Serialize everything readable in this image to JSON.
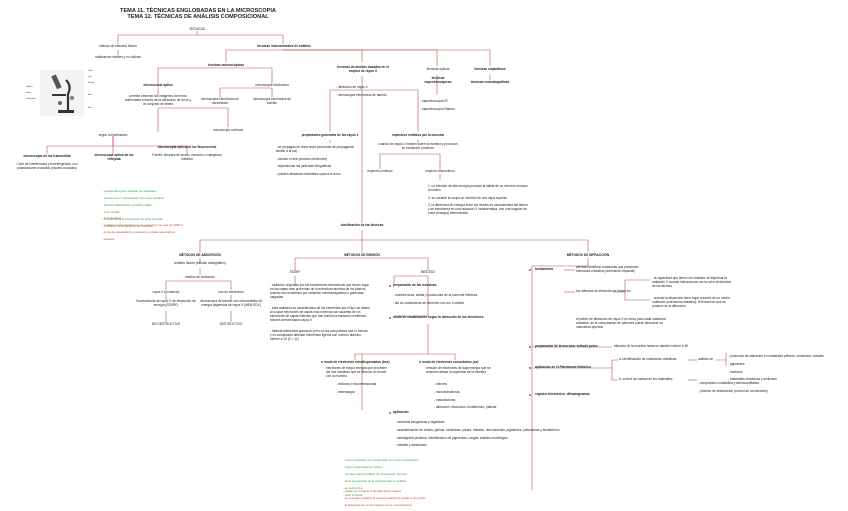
{
  "title_lines": [
    "TEMA 11. TÉCNICAS ENGLOBADAS EN LA MICROSCOPIA",
    "TEMA 12. TÉCNICAS DE ANÁLISIS COMPOSICIONAL"
  ],
  "colors": {
    "line": "#c0504d",
    "text": "#222222",
    "green_note": "#2f9e3f",
    "red_note": "#d03a35"
  },
  "root": "TÉCNICAS",
  "left_branch": {
    "metodo": "método de estudios físicos",
    "radiaciones": "radiaciones visibles y no visibles",
    "microscope_labels": [
      "Ocular",
      "Tubo",
      "Revólver",
      "Objetivos",
      "Platina",
      "Condensador",
      "Diafragma",
      "Fuente de luz",
      "Tornillo macrométrico",
      "Tornillo micrométrico",
      "Brazo",
      "Base"
    ]
  },
  "instrumentales": "técnicas instrumentales de análisis",
  "microscopicas": "técnicas microscópicas",
  "optica": {
    "title": "microscopía óptica",
    "desc": "permite observar las imágenes de forma aumentada a través de la refracción de la luz y un conjunto de lentes",
    "iluminacion": "según la iluminación",
    "transmitida": "microscopio de luz transmitida",
    "transmitida_desc": "Color de interferencia y birrefringencia, con polarizadores cruzados (nícoles cruzados)",
    "reflejada": "microscopía óptica de luz reflejada",
    "fluorescente": "microscopía óptica de luz fluorescente",
    "fluorescente_desc": "Fuente: lámpara de xenón, mercurio o halógenos metálico",
    "confocal": "microscopio confocal"
  },
  "electronica": {
    "title": "microscopía electrónica",
    "transmision": "microscopía electrónica de transmisión",
    "barrido": "microscopía electrónica de barrido"
  },
  "green_notes_1": [
    "- ventaja para gran variedad de materiales",
    "- económica en comparación con otras similares",
    "- técnica relativamente sencilla y fiable",
    "- muy versátil",
    "- complementa la información de otras técnicas",
    "- versátil en la preparación de muestras"
  ],
  "red_notes_1": [
    "- microinvasiva",
    "- conlleva ciertas limitaciones de aumentos (no más de 2000 x)",
    "- la ola de capacidad de resolución a escala nanométrica",
    "- escasos"
  ],
  "rayos_x": {
    "title": "técnicas de análisis basadas en el empleo de rayos X",
    "items": [
      "- difracción de rayos X",
      "- microscopía electrónica de barrido"
    ]
  },
  "opticas": {
    "title": "técnicas ópticas",
    "espectro": "técnicas espectroscópicas",
    "items": [
      "- espectroscopía IR",
      "- espectroscopía Raman"
    ]
  },
  "separativas": {
    "title": "técnicas separativas",
    "cromato": "técnicas cromatográficas"
  },
  "propiedades": {
    "title": "propiedades generales de los rayos x",
    "items": [
      "- se propagan en línea recta (velocidad de propagación similar a la luz)",
      "- ionizan el aire (sonizan electrones)",
      "- impresionan las películas fotográficas",
      "- pueden atravesar materiales opacos a la luz"
    ]
  },
  "espectros": {
    "title": "espectros emitidos por la muestra",
    "desc": "cuando los rayos X inciden sobre la muestra y provocan su excitación producen",
    "continuo": "espectro continuo",
    "discontinuo": "espectro discontinuo",
    "items": [
      "1. un electrón de alta energía produce la salida de un electrón cercano al núcleo",
      "2. se vacante la ocupa un electrón de una capa superior",
      "3. la diferencia de energía entre los niveles es característica del átomo y se transforma en una radiación X característica, con una longitud de onda (energía) determinada"
    ]
  },
  "clasificacion": "clasificación de las técnicas",
  "absorcion": {
    "title": "MÉTODOS DE ABSORCIÓN",
    "desc": "análisis físicos (estudio radiográfico)",
    "medios": "medios de excitación",
    "rayos": "rayos X (primarios)",
    "haz": "haz de electrones",
    "rayos_desc": "fluorescencia de rayos X de dispersión de energía (EDXRF)",
    "haz_desc": "microscopía de barrido con microanálisis de energía dispersiva de rayos X (MEB-EDX)",
    "no_destructivo": "NO DESTRUCTIVO",
    "destructivo": "DESTRUCTIVO"
  },
  "emision": {
    "title": "MÉTODOS DE EMISIÓN",
    "edxrf": "EDXRF",
    "mebedx": "MEB-EDX",
    "edxrf_desc1": "- radiación originada por las transiciones electrónicas que tienen lugar en las capas más profundas de la estructura atómica de los átomos cuando son sometidos por radiación electromagnética o partículas cargadas",
    "edxrf_desc2": "- esta radiación es característica de los elementos por el tipo de átomo al ocupar electrones de capas más externas las vacantes de los electrones de capas internas que han sufrido la transición emitiendo fotones denominados rayos X",
    "edxrf_desc3": "- detecta elementos químicos, pero no los compuestos que lo forman y es complicado detectar elementos ligeros con número atómico inferior a 10 (Z < 11)",
    "prep_title": "preparación de las muestras:",
    "prep_items": [
      "- muestra seca, sólida y conductora de la corriente eléctrica",
      "- las no conductoras se recubren con oro o carbón"
    ],
    "visual": "modo de visualización según la detección de los electrones",
    "retro": "modo de electrones retrodispersados (bse)",
    "retro_desc": "electrones de mayor energía que proceden del haz incidente que se desvían al chocar con la muestra",
    "retro_items": [
      "- texturas y microestructuras",
      "- mineralogía"
    ],
    "secund": "modo de electrones secundarios (se)",
    "secund_desc": "emisión de electrones de baja energía que se arrancan desde la superficie de la muestra",
    "secund_items": [
      "- relieves",
      "- microestructuras",
      "- manufacturas",
      "- alteración: disolución, biodeterioro, pátinas"
    ],
    "aplicacion": "aplicación",
    "aplic_items": [
      "- muestras inorgánicas y orgánicas",
      "- caracterización de vidrios, gemas, cerámicas, piedra, metales, decoraciones, pigmentos, policromías y biodeterioro",
      "- estratigrafía pictórica: identificación de pigmentos, cargas, análisis morfológico",
      "- metales y aleaciones"
    ]
  },
  "green_notes_2": [
    "- mayor resolución en comparación con otros microscopios",
    "- mayor profundidad de campo",
    "- permite realizar análisis de composición química",
    "- poca preparación de la muestra para su análisis",
    "- es destructiva",
    "- poco invasiva"
  ],
  "red_notes_2": [
    "- puede ser limitante el tamaño de la muestra",
    "- se necesita metalizar la muestra cuando las tomas a otro punto",
    "- la búsqueda de su homogéneo no es representativa"
  ],
  "difraccion": {
    "title": "MÉTODOS DE DIFRACCIÓN",
    "fundamento": "fundamento",
    "fund_desc": "permite identificar sustancias que presentan estructura cristalina (ordenación espacial)",
    "metodos": "los métodos de difracción se basan en",
    "met_a": "- la capacidad que tienen los cristales de dispersar la radiación X cuando interacciona con la nube electrónica de los átomos",
    "met_b": "- cuando la dispersión tiene lugar a través de un medio ordenado (estructura cristalina), el fenómeno que se produce es la difracción",
    "patron": "el patrón de difracción de rayos X es único para cada sustancia cristalina, de la comparación de patrones puede deducirse su naturaleza química",
    "prep": "preparación de la muestra: método polvo",
    "prep_desc": "triturado de la muestra hasta un tamaño inferior a 50",
    "patrimonio": "aplicación en el Patrimonio Histórico",
    "ident": "a. identificación de sustancias cristalinas",
    "analisis": "análisis de",
    "analisis_items": [
      "- productos de alteración en materiales pétreos, cerámicos, metales",
      "- pigmentos",
      "- morteros",
      "- materiales cerámicos y arcillosos"
    ],
    "control": "b. control de calidad en los materiales",
    "control_items": [
      "- composición cualitativa y semicuantitativa",
      "- proceso de elaboración (control de condiciones)"
    ],
    "registro": "registro electrónico: difractogramas"
  }
}
